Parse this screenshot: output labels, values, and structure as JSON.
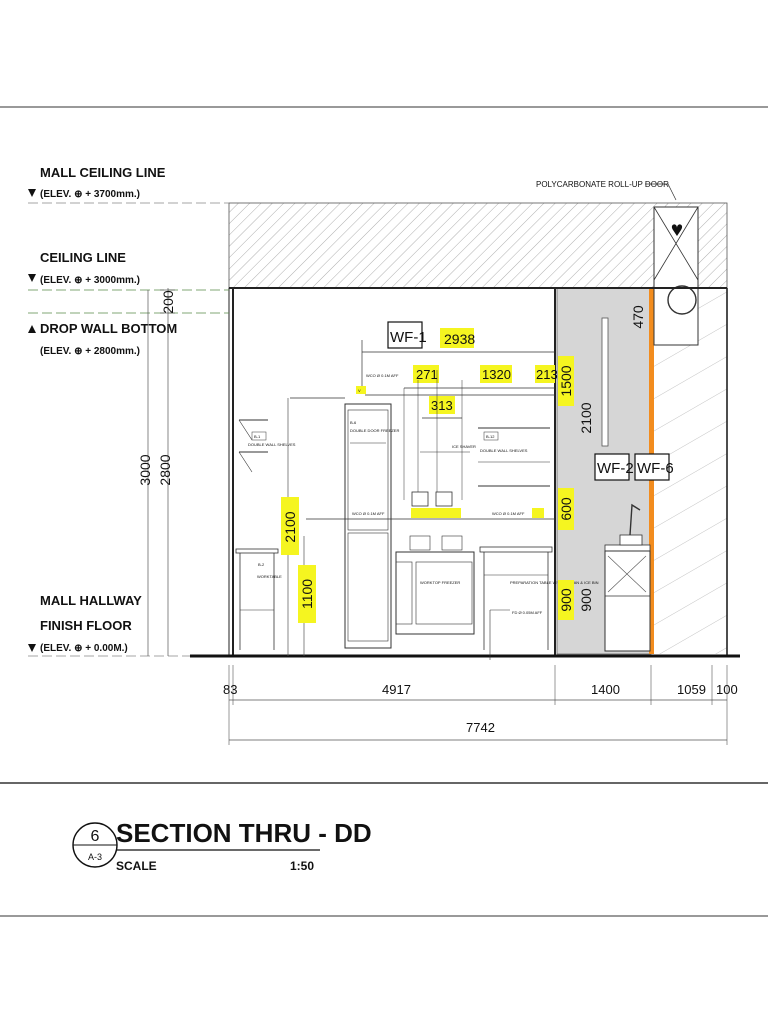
{
  "levels": {
    "mall_ceiling": {
      "title": "MALL CEILING LINE",
      "elev": "(ELEV. ⊕ + 3700mm.)"
    },
    "ceiling": {
      "title": "CEILING LINE",
      "elev": "(ELEV. ⊕ + 3000mm.)"
    },
    "drop_wall": {
      "title": "DROP WALL BOTTOM",
      "elev": "(ELEV. ⊕ + 2800mm.)"
    },
    "floor": {
      "title1": "MALL HALLWAY",
      "title2": "FINISH FLOOR",
      "elev": "(ELEV. ⊕ + 0.00M.)"
    }
  },
  "callouts": {
    "door": "POLYCARBONATE ROLL-UP DOOR",
    "wf1": "WF-1",
    "wf2": "WF-2",
    "wf6": "WF-6"
  },
  "vertical_dims": {
    "d200": "200",
    "d3000": "3000",
    "d2800": "2800",
    "d2100_left": "2100",
    "d1100": "1100",
    "d1500": "1500",
    "d2100_right": "2100",
    "d600": "600",
    "d900_a": "900",
    "d900_b": "900",
    "d470": "470"
  },
  "yellow_tags": {
    "t2938": "2938",
    "t271": "271",
    "t1320": "1320",
    "t213": "213",
    "t313": "313"
  },
  "horizontal_dims": {
    "d83": "83",
    "d4917": "4917",
    "d1400": "1400",
    "d1059": "1059",
    "d100": "100",
    "d7742": "7742"
  },
  "equipment_notes": {
    "wco_top": "WCO Ø 0.1M AFF",
    "wco_mid_left": "WCO Ø 0.1M AFF",
    "wco_mid_right": "WCO Ø 0.1M AFF",
    "shelf_left": "DOUBLE WALL SHELVES",
    "shelf_right": "DOUBLE WALL SHELVES",
    "fridge": "DOUBLE DOOR FREEZER",
    "ice_shaver": "ICE SHAVER",
    "worktop_freezer": "WORKTOP FREEZER",
    "workable": "WORKTABLE",
    "prep_table": "PREPARATION TABLE W/ FOOD PAN & ICE BIN",
    "fd": "FD Ø 0.05M AFF"
  },
  "title_block": {
    "number": "6",
    "sheet": "A-3",
    "title": "SECTION THRU - DD",
    "scale_label": "SCALE",
    "scale_value": "1:50"
  }
}
